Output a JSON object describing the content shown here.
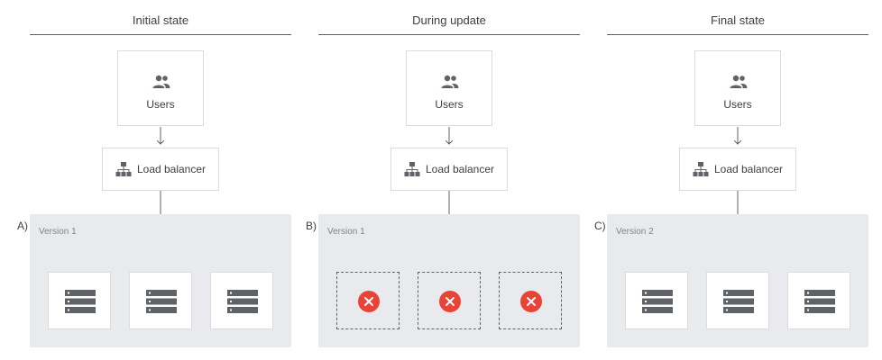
{
  "panels": [
    {
      "title": "Initial state",
      "letter": "A)",
      "zone_label": "Version 1",
      "users_label": "Users",
      "lb_label": "Load balancer",
      "servers": [
        {
          "status": "running"
        },
        {
          "status": "running"
        },
        {
          "status": "running"
        }
      ]
    },
    {
      "title": "During update",
      "letter": "B)",
      "zone_label": "Version 1",
      "users_label": "Users",
      "lb_label": "Load balancer",
      "servers": [
        {
          "status": "down"
        },
        {
          "status": "down"
        },
        {
          "status": "down"
        }
      ]
    },
    {
      "title": "Final state",
      "letter": "C)",
      "zone_label": "Version 2",
      "users_label": "Users",
      "lb_label": "Load balancer",
      "servers": [
        {
          "status": "running"
        },
        {
          "status": "running"
        },
        {
          "status": "running"
        }
      ]
    }
  ],
  "colors": {
    "zone": "#e8eaed",
    "icon": "#5f6368",
    "error": "#ea4335",
    "connector": "#5f6368"
  },
  "icons": {
    "users": "people-icon",
    "load_balancer": "sitemap-icon",
    "server": "server-stack-icon",
    "error": "error-x-icon"
  }
}
